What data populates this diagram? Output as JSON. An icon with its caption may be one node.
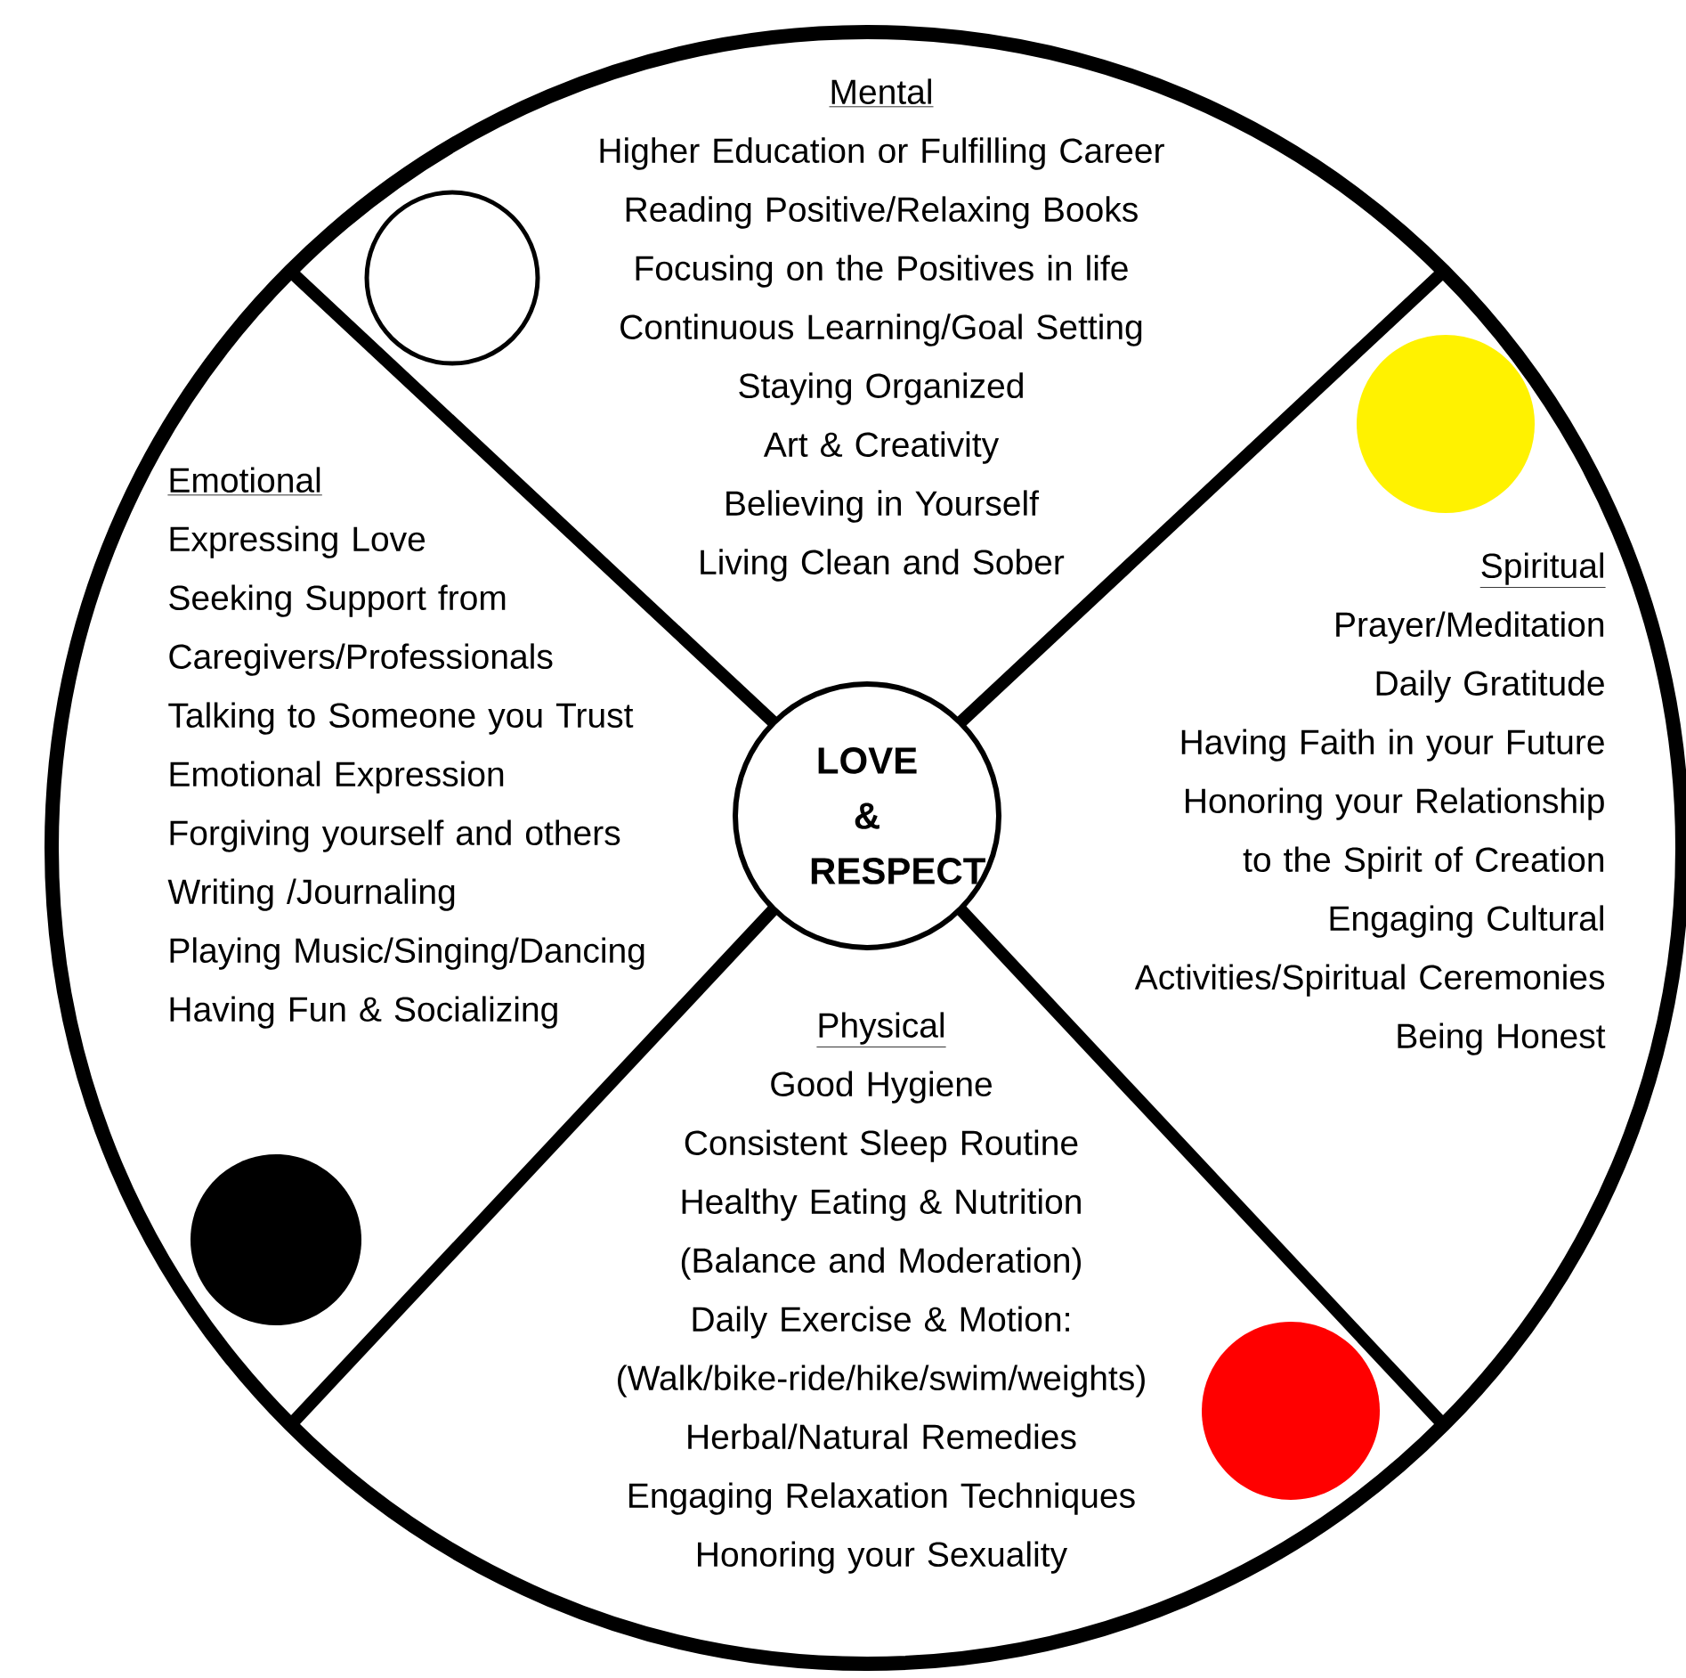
{
  "diagram": {
    "nodes": [
      {
        "text": [],
        "shape": "circle"
      },
      {
        "text": [
          "Mental",
          "Higher Education or Fulfilling Career",
          "Reading Positive/Relaxing Books",
          "Focusing on the Positives in life",
          "Continuous Learning/Goal Setting",
          "Staying Organized",
          "Art & Creativity",
          "Believing in Yourself",
          "Living Clean and Sober"
        ],
        "in": 0
      },
      {
        "text": [],
        "shape": "circle",
        "in": 0
      },
      {
        "text": [],
        "shape": "circle",
        "in": 0
      },
      {
        "text": [
          "Emotional",
          "Expressing Love",
          "Seeking Support from Caregivers/Professionals",
          "Talking to Someone you Trust",
          "Emotional Expression",
          "Forgiving yourself and others",
          "Writing /Journaling",
          "Playing Music/Singing/Dancing",
          "Having Fun & Socializing"
        ],
        "in": 0
      },
      {
        "text": [
          "Spiritual",
          "Prayer/Meditation",
          "Daily Gratitude",
          "Having Faith in your Future",
          "Honoring your Relationship to the Spirit of Creation",
          "Engaging Cultural Activities/Spiritual Ceremonies",
          "Being Honest"
        ],
        "in": 0
      },
      {
        "text": [
          "LOVE & RESPECT"
        ],
        "in": 0
      },
      {
        "text": [
          "Physical",
          "Good Hygiene",
          "Consistent Sleep Routine",
          "Healthy Eating & Nutrition",
          "(Balance and Moderation)",
          "Daily Exercise & Motion: (Walk/bike-ride/hike/swim/weights)",
          "Herbal/Natural  Remedies",
          "Engaging Relaxation Techniques",
          "Honoring your Sexuality"
        ],
        "in": 0
      },
      {
        "text": [],
        "shape": "circle",
        "in": 0
      },
      {
        "text": [],
        "shape": "circle",
        "in": 0
      }
    ]
  }
}
